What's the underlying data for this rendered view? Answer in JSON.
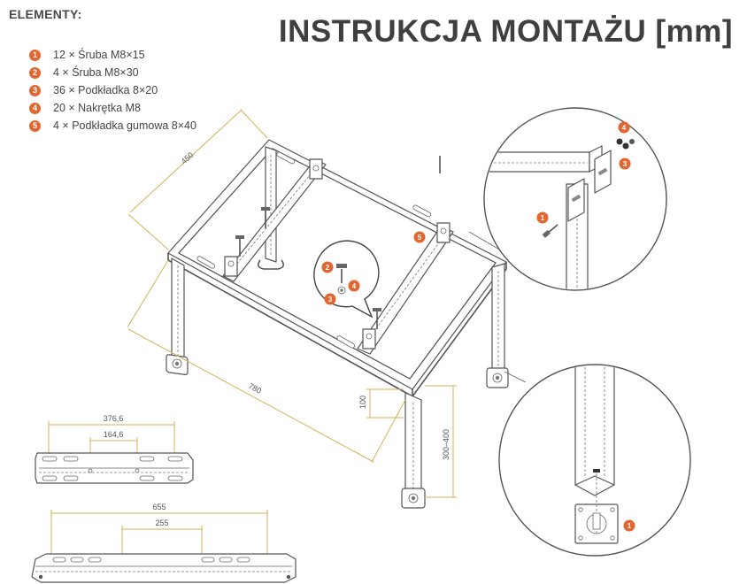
{
  "header": {
    "elements_title": "ELEMENTY:",
    "main_title": "INSTRUKCJA MONTAŻU [mm]"
  },
  "parts": [
    {
      "num": "1",
      "label": "12 × Śruba M8×15"
    },
    {
      "num": "2",
      "label": "4 × Śruba M8×30"
    },
    {
      "num": "3",
      "label": "36 × Podkładka 8×20"
    },
    {
      "num": "4",
      "label": "20 × Nakrętka M8"
    },
    {
      "num": "5",
      "label": "4 × Podkładka gumowa 8×40"
    }
  ],
  "dimensions": {
    "depth": "450",
    "length": "780",
    "bracket_height": "100",
    "leg_height": "300–400",
    "short_rail_outer": "376,6",
    "short_rail_inner": "164,6",
    "long_rail_outer": "655",
    "long_rail_inner": "255"
  },
  "callouts": {
    "center_a": "2",
    "center_b": "4",
    "center_c": "3",
    "frame_mount": "5",
    "top_nut": "4",
    "top_washer": "3",
    "top_screw": "1",
    "foot_screw": "1"
  },
  "colors": {
    "accent": "#e2662f",
    "line": "#555555",
    "dimension": "#d4b25a"
  }
}
